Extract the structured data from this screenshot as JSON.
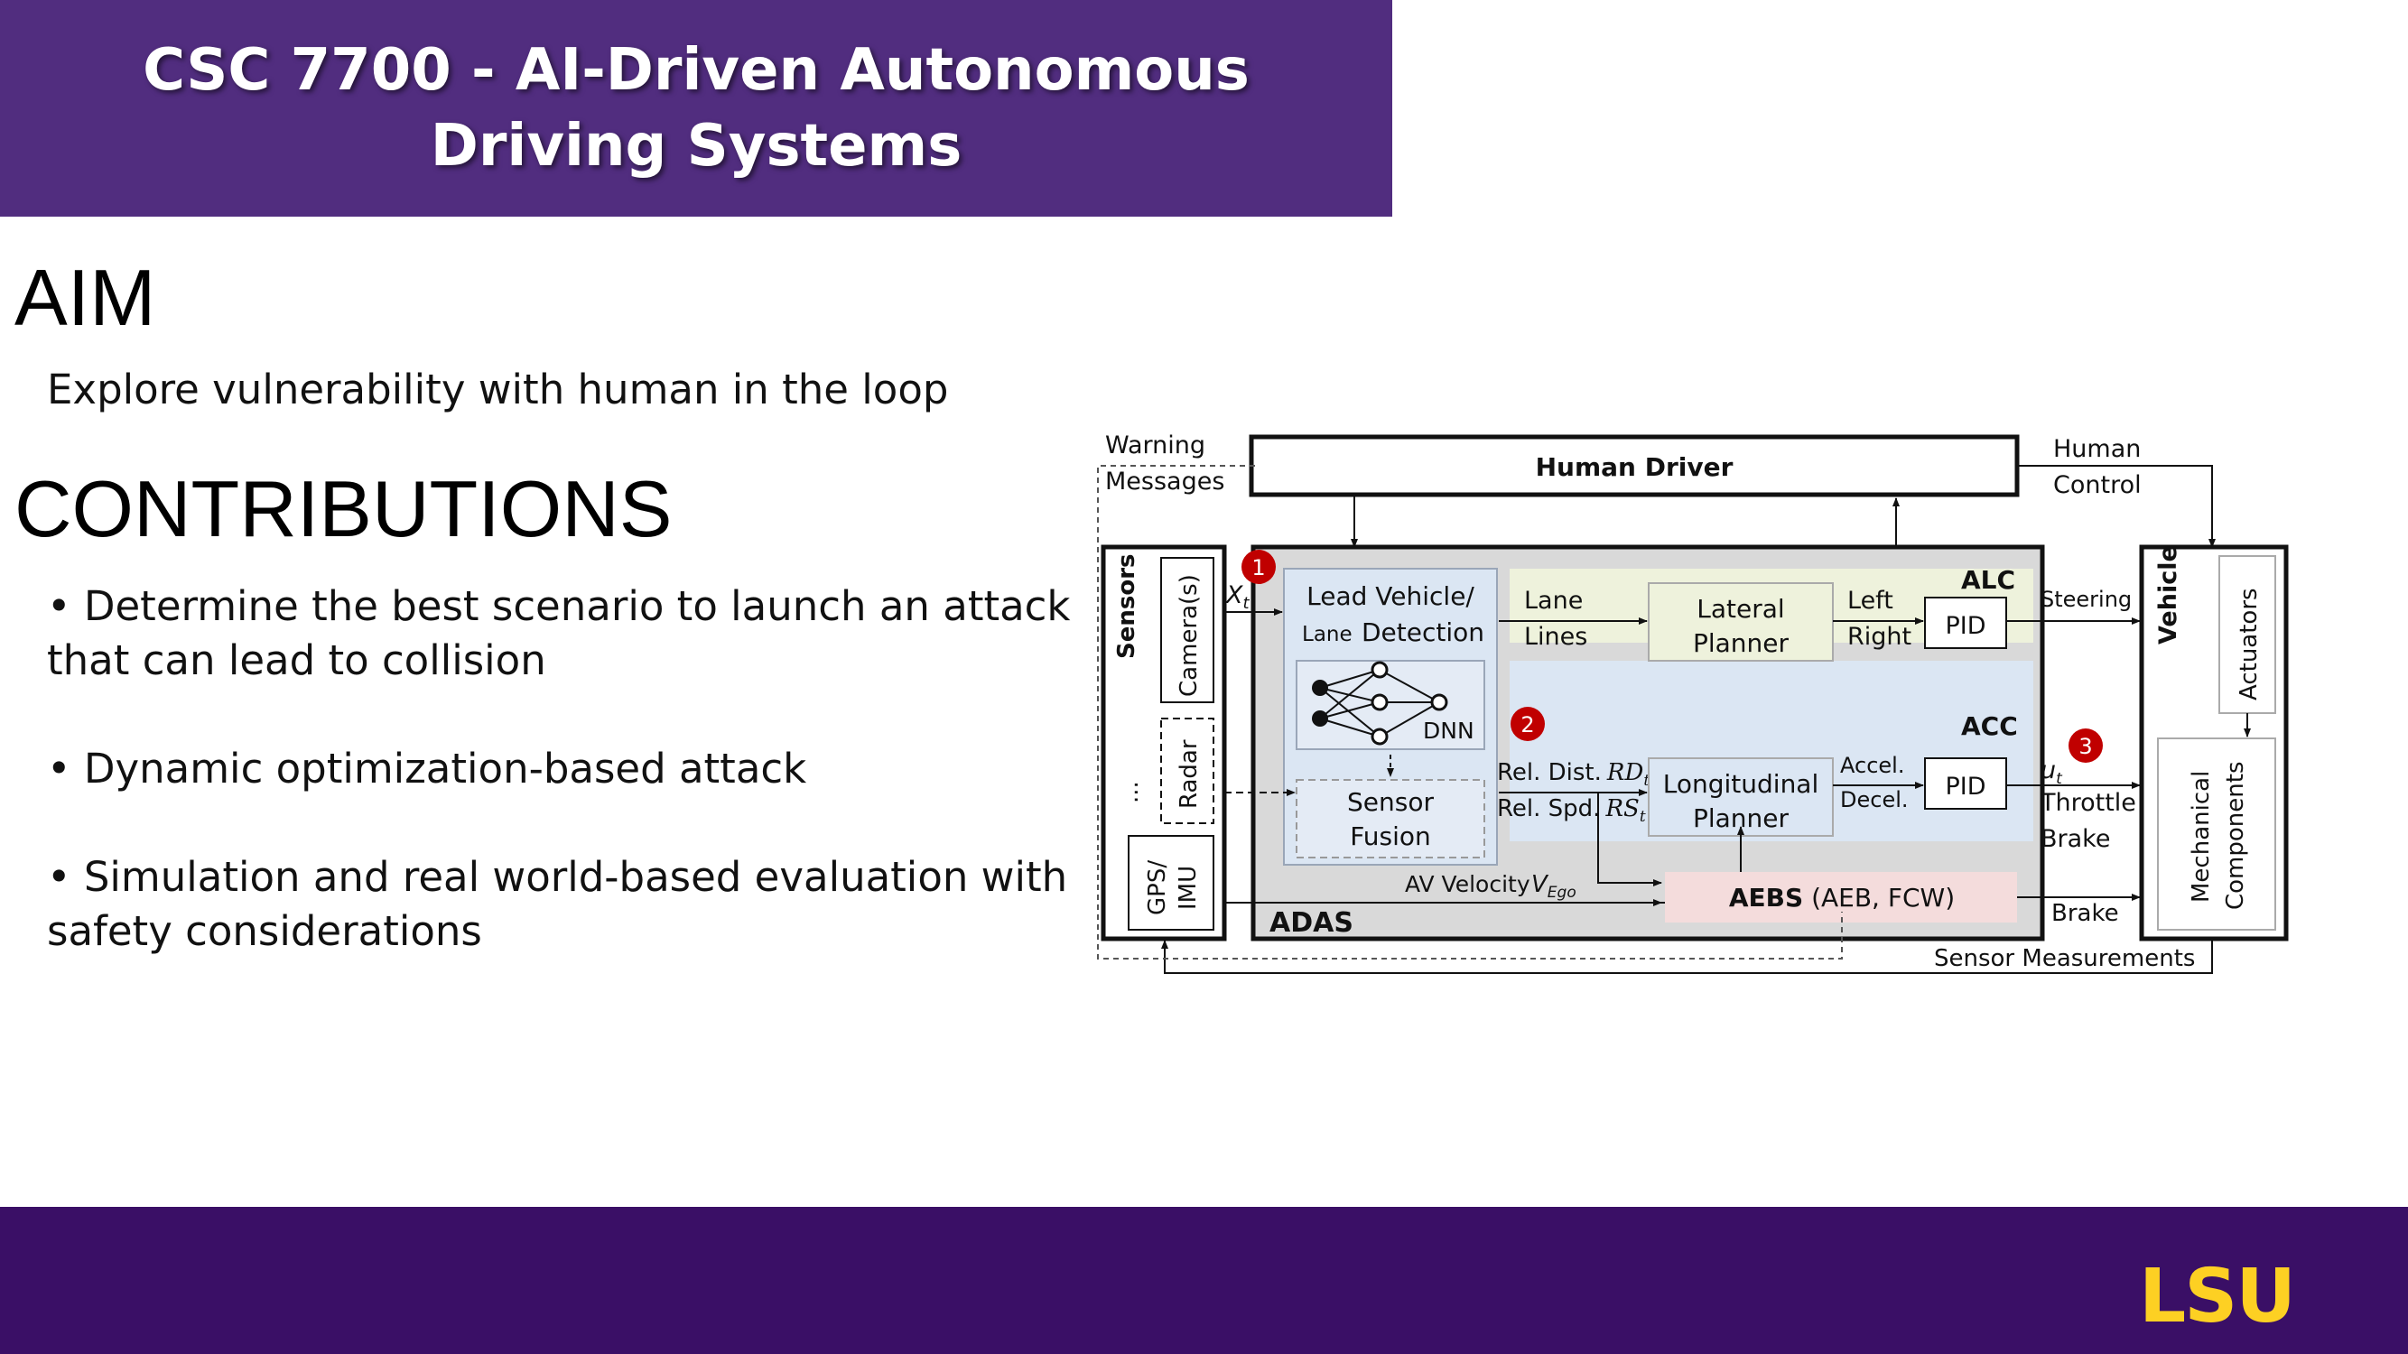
{
  "slide": {
    "title_line1": "CSC 7700 - AI-Driven Autonomous",
    "title_line2": "Driving Systems",
    "aim_heading": "AIM",
    "aim_text": "Explore vulnerability with human in the loop",
    "contrib_heading": "CONTRIBUTIONS",
    "bullets": [
      {
        "line1": "• Determine the best scenario to launch an attack",
        "line2": "that can lead to collision"
      },
      {
        "line1": "• Dynamic optimization-based attack",
        "line2": ""
      },
      {
        "line1": "• Simulation and real world-based evaluation with",
        "line2": "safety considerations"
      }
    ],
    "logo_text": "LSU"
  },
  "diagram": {
    "warning_1": "Warning",
    "warning_2": "Messages",
    "human_driver": "Human Driver",
    "human_control_1": "Human",
    "human_control_2": "Control",
    "sensors": "Sensors",
    "cameras": "Camera(s)",
    "radar": "Radar",
    "dots": "...",
    "gps_1": "GPS/",
    "gps_2": "IMU",
    "xt": "X",
    "xt_sub": "t",
    "badge1": "1",
    "badge2": "2",
    "badge3": "3",
    "lead_1": "Lead Vehicle/",
    "lead_2a": "Lane",
    "lead_2b": "Detection",
    "dnn": "DNN",
    "sensor_fusion_1": "Sensor",
    "sensor_fusion_2": "Fusion",
    "lane_1": "Lane",
    "lane_2": "Lines",
    "lat_1": "Lateral",
    "lat_2": "Planner",
    "left": "Left",
    "right": "Right",
    "pid": "PID",
    "alc": "ALC",
    "acc": "ACC",
    "rel_dist": "Rel. Dist.",
    "rd": "RD",
    "rel_spd": "Rel. Spd.",
    "rs": "RS",
    "t": "t",
    "long_1": "Longitudinal",
    "long_2": "Planner",
    "accel": "Accel.",
    "decel": "Decel.",
    "av_vel": "AV Velocity",
    "vego": "V",
    "vego_sub": "Ego",
    "aebs_bold": "AEBS",
    "aebs_rest": " (AEB, FCW)",
    "adas": "ADAS",
    "steering": "Steering",
    "ut": "u",
    "throttle": "Throttle",
    "brake": "Brake",
    "brake2": "Brake",
    "vehicle": "Vehicle",
    "actuators": "Actuators",
    "mech_1": "Mechanical",
    "mech_2": "Components",
    "sensor_meas": "Sensor Measurements"
  },
  "colors": {
    "header_purple": "#512d7f",
    "footer_purple": "#3a0f66",
    "logo_gold": "#fdd023",
    "badge_red": "#c00000",
    "adas_gray": "#d9d9d9",
    "alc_green": "#eef2dc",
    "acc_blue": "#dbe6f3",
    "aebs_pink": "#f4dcdc"
  }
}
